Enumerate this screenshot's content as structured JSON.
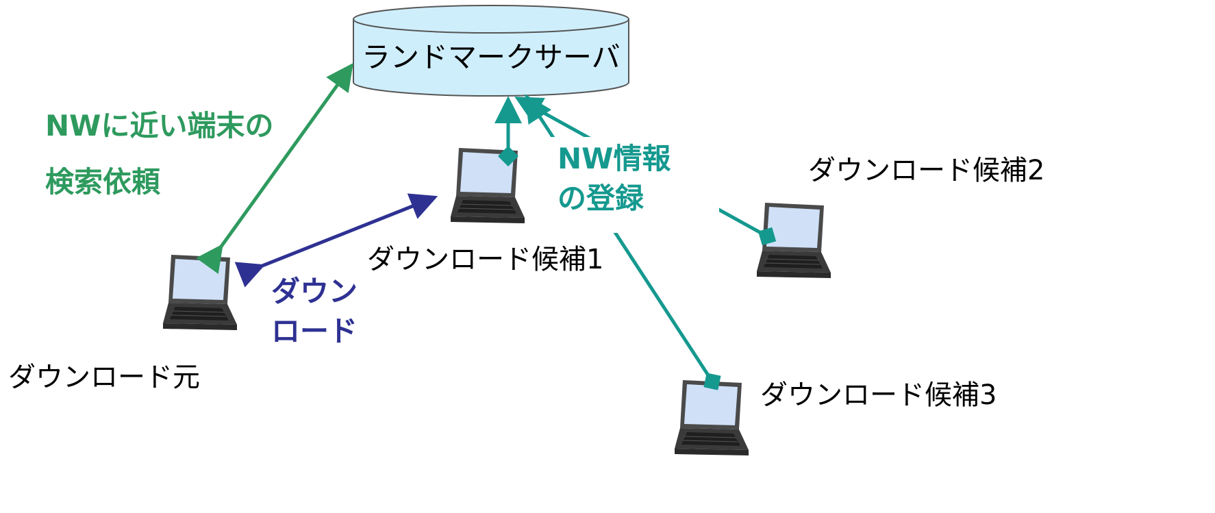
{
  "server": {
    "label": "ランドマークサーバ"
  },
  "nodes": {
    "source": "ダウンロード元",
    "candidate1": "ダウンロード候補1",
    "candidate2": "ダウンロード候補2",
    "candidate3": "ダウンロード候補3"
  },
  "annotations": {
    "search_request": [
      "NWに近い端末の",
      "検索依頼"
    ],
    "nw_registration": [
      "NW情報",
      "の登録"
    ],
    "download": [
      "ダウン",
      "ロード"
    ]
  },
  "colors": {
    "search_arrow": "#2e9a5e",
    "register_arrow": "#15998f",
    "download_arrow": "#2e3192",
    "server_fill": "#cfeefc"
  },
  "icons": [
    "database-cylinder",
    "laptop-icon"
  ]
}
